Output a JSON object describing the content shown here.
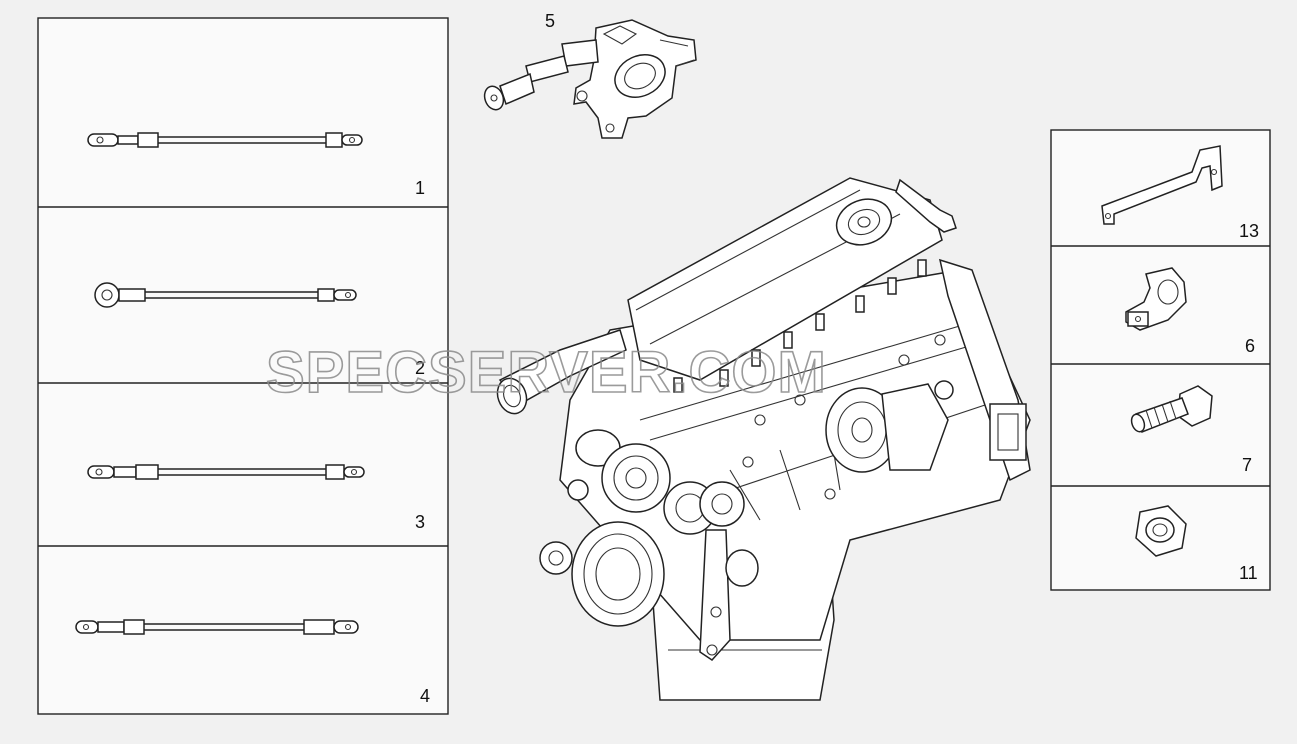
{
  "labels": {
    "p1": "1",
    "p2": "2",
    "p3": "3",
    "p4": "4",
    "p5": "5",
    "p6": "6",
    "p7": "7",
    "p11": "11",
    "p13": "13"
  },
  "watermark": "SPECSERVER.COM"
}
